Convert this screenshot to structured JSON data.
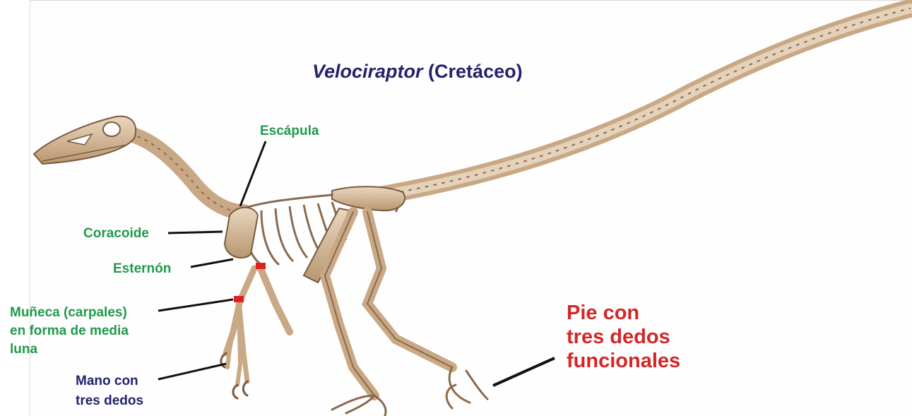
{
  "title": {
    "genus": "Velociraptor",
    "period": " (Cretáceo)"
  },
  "labels": {
    "escapula": "Escápula",
    "coracoide": "Coracoide",
    "esternon": "Esternón",
    "muneca_line1": "Muñeca (carpales)",
    "muneca_line2": "en forma de media",
    "muneca_line3": "luna",
    "mano_line1": "Mano con",
    "mano_line2": "tres dedos",
    "pie_line1": "Pie con",
    "pie_line2": "tres dedos",
    "pie_line3": "funcionales"
  },
  "colors": {
    "bone": "#d8bfa3",
    "bone_shadow": "#8a6a4e",
    "label_green": "#1f9a4c",
    "label_navy": "#22236b",
    "label_red": "#d42626",
    "highlight": "#e02020"
  }
}
